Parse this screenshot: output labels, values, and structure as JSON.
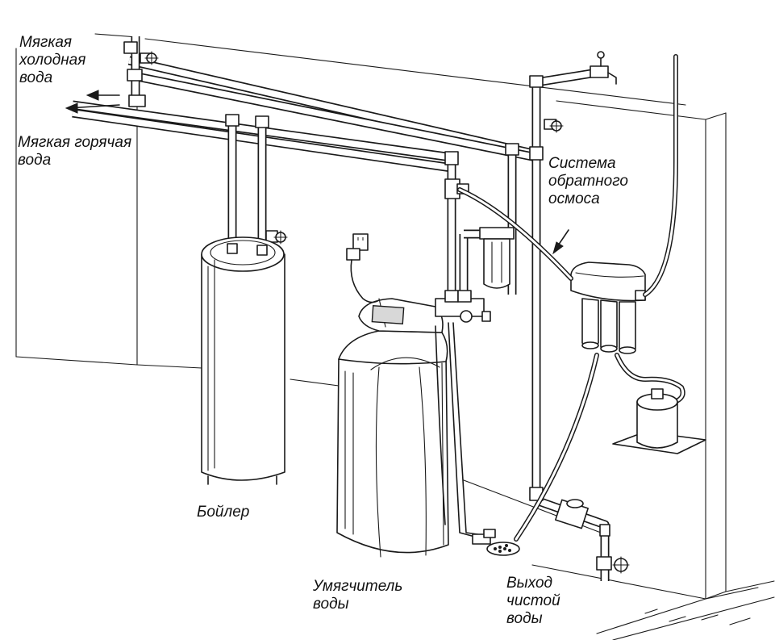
{
  "labels": {
    "soft_cold_water": [
      "Мягкая",
      "холодная",
      "вода"
    ],
    "soft_hot_water": [
      "Мягкая горячая",
      "вода"
    ],
    "reverse_osmosis": [
      "Система",
      "обратного",
      "осмоса"
    ],
    "boiler": [
      "Бойлер"
    ],
    "water_softener": [
      "Умягчитель",
      "воды"
    ],
    "clean_water_outlet": [
      "Выход",
      "чистой",
      "воды"
    ]
  },
  "colors": {
    "line": "#1a1a1a",
    "background": "#ffffff",
    "shade": "#d8d8d8"
  },
  "icons": [
    "shutoff-valve-icon",
    "arrow-icon",
    "electrical-outlet-icon",
    "floor-drain-icon",
    "water-meter-icon"
  ]
}
